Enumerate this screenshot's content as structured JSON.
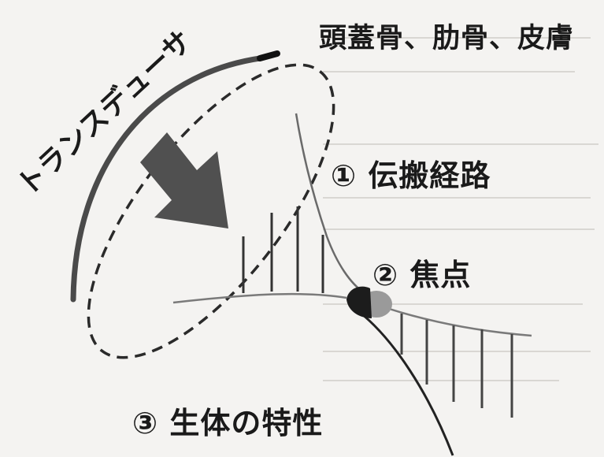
{
  "labels": {
    "title": "頭蓋骨、肋骨、皮膚",
    "label1": "① 伝搬経路",
    "label2": "② 焦点",
    "label3": "③ 生体の特性",
    "transducer": "トランスデューサ"
  },
  "colors": {
    "background": "#f4f3f1",
    "arrow": "#505050",
    "transducer_arc": "#4a4a4a",
    "focus_black": "#1c1c1c",
    "focus_grey": "#9a9a9a",
    "curve": "#3a3a3a"
  }
}
